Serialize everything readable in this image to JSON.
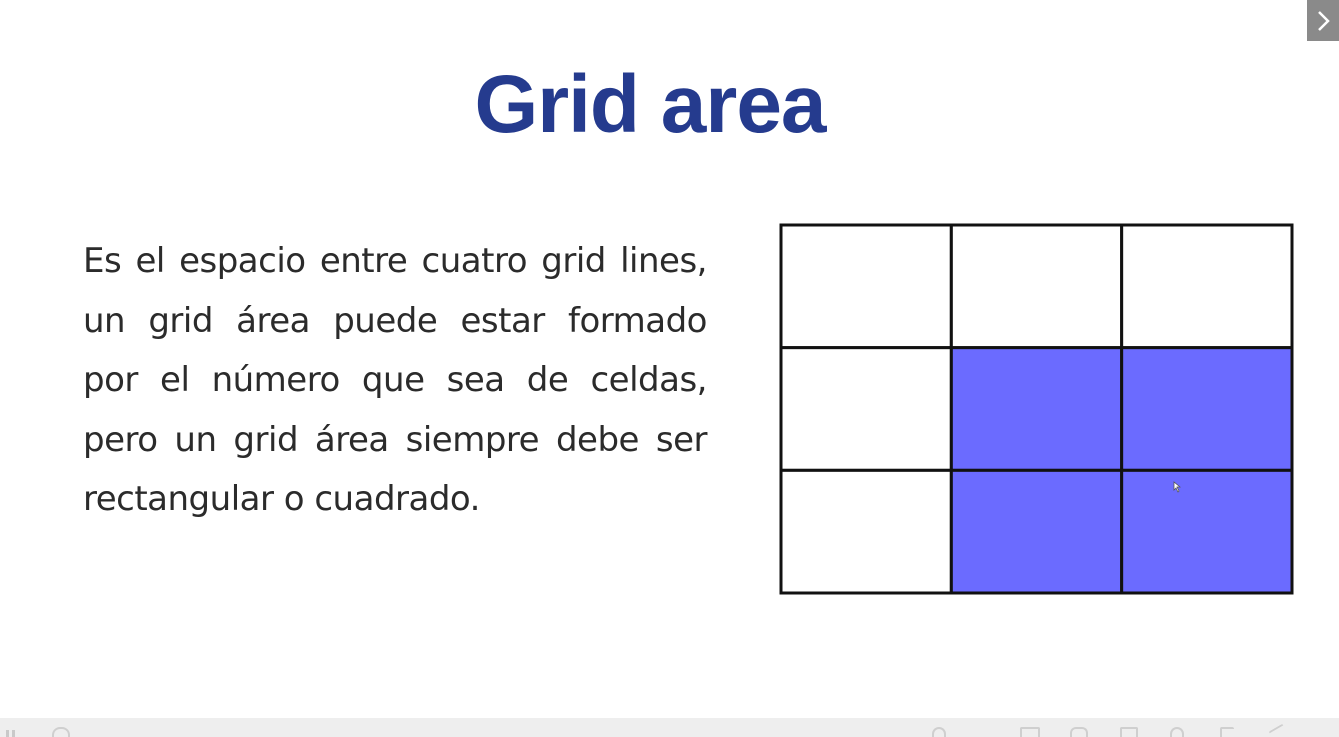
{
  "slide": {
    "title": "Grid area",
    "body": "Es el espacio entre cuatro grid lines, un grid área puede estar formado por el número que sea de celdas, pero un grid área siempre debe ser rectangular o cuadrado."
  },
  "grid_figure": {
    "rows": 3,
    "columns": 3,
    "highlighted_cells": [
      [
        1,
        1
      ],
      [
        1,
        2
      ],
      [
        2,
        1
      ],
      [
        2,
        2
      ]
    ],
    "highlight_color": "#6b6bff",
    "line_color": "#111111",
    "cell_color": "#ffffff"
  },
  "colors": {
    "title": "#253b8e",
    "body_text": "#2b2b2b",
    "nav_button": "#8a8a8a"
  },
  "icons": {
    "next": "chevron-right-icon"
  }
}
